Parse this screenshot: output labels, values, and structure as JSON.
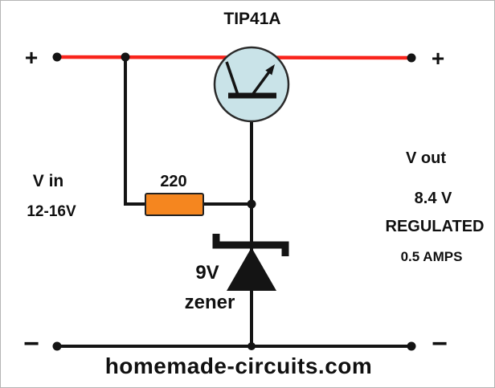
{
  "diagram": {
    "title": "TIP41A",
    "input": {
      "label": "V in",
      "range": "12-16V"
    },
    "output": {
      "label": "V out",
      "voltage": "8.4 V",
      "regulated": "REGULATED",
      "current": "0.5 AMPS"
    },
    "resistor": {
      "value": "220"
    },
    "zener": {
      "line1": "9V",
      "line2": "zener"
    },
    "terminals": {
      "plus_left": "+",
      "plus_right": "+",
      "minus_left": "−",
      "minus_right": "−"
    },
    "watermark": "homemade-circuits.com",
    "colors": {
      "positive_rail": "#f9241c",
      "resistor_body": "#f5861f",
      "transistor_fill": "#c9e3e8",
      "wire": "#141414",
      "watermark_text": "#df1414"
    }
  }
}
